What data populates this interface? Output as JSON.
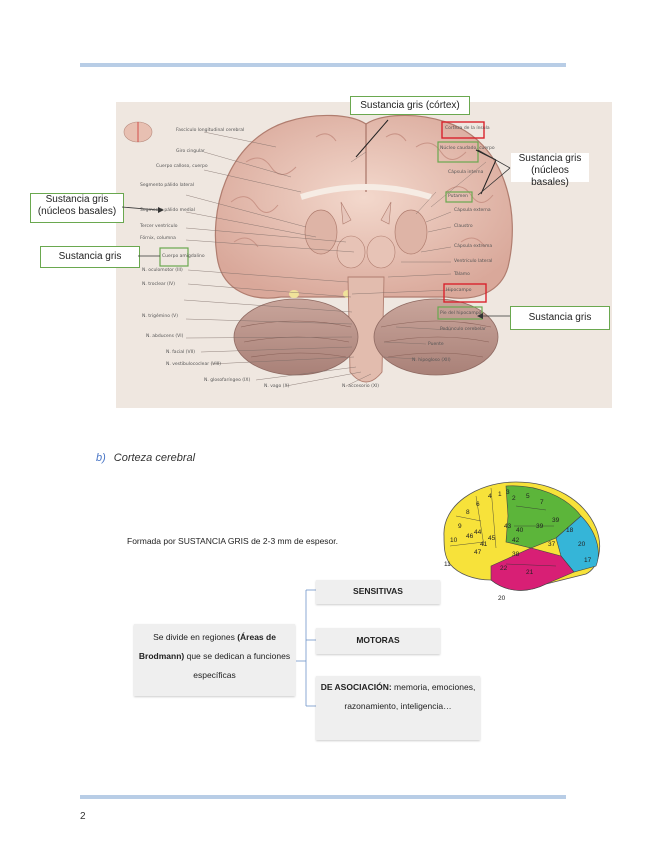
{
  "figure": {
    "callouts": {
      "cortex": "Sustancia gris (córtex)",
      "basal_right": "Sustancia gris (núcleos basales)",
      "basal_left": "Sustancia gris (núcleos basales)",
      "left_gray": "Sustancia gris",
      "right_gray": "Sustancia gris"
    },
    "labels_left": [
      "Fascículo longitudinal cerebral",
      "Giro cingular",
      "Cuerpo calloso, cuerpo",
      "Segmento pálido lateral",
      "Segmento pálido medial",
      "Tercer ventrículo",
      "Fórnix, columna",
      "Cuerpo amigdalino",
      "N. oculomotor (III)",
      "N. troclear (IV)",
      "N. trigémino (V)",
      "N. abducens (VI)",
      "N. facial (VII)",
      "N. vestibulococlear (VIII)",
      "N. glosofaríngeo (IX)",
      "N. vago (X)",
      "N. accesorio (XI)"
    ],
    "labels_right": [
      "Corteza de la ínsula",
      "Núcleo caudado, cuerpo",
      "Cápsula interna",
      "Putamen",
      "Cápsula externa",
      "Claustro",
      "Cápsula extrema",
      "Ventrículo lateral",
      "Tálamo",
      "Hipocampo",
      "Pie del hipocampo",
      "Pedúnculo cerebelar",
      "Puente",
      "N. hipogloso (XII)"
    ]
  },
  "section": {
    "letter": "b)",
    "title": "Corteza cerebral"
  },
  "description": "Formada por SUSTANCIA GRIS de 2-3 mm de espesor.",
  "brodmann_numbers": [
    "1",
    "2",
    "3",
    "4",
    "5",
    "6",
    "7",
    "8",
    "9",
    "10",
    "11",
    "17",
    "18",
    "19",
    "20",
    "21",
    "22",
    "37",
    "38",
    "39",
    "40",
    "41",
    "42",
    "43",
    "44",
    "45",
    "46",
    "47"
  ],
  "brodmann_caption": "20",
  "diagram": {
    "root_text_before": "Se divide en regiones ",
    "root_text_bold": "(Áreas de Brodmann)",
    "root_text_after": " que se dedican a funciones específicas",
    "sensitivas": "SENSITIVAS",
    "motoras": "MOTORAS",
    "asociacion_bold": "DE ASOCIACIÓN:",
    "asociacion_text": " memoria, emociones, razonamiento, inteligencia…"
  },
  "page_number": "2"
}
